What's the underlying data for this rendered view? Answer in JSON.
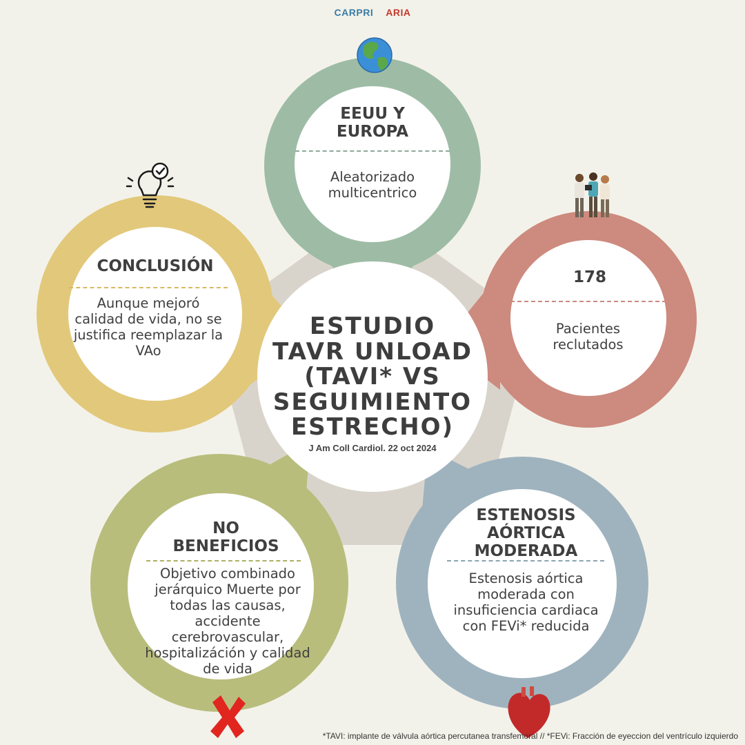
{
  "logo": {
    "part1": "CARPRI",
    "part2": "ARIA"
  },
  "center": {
    "title_lines": [
      "ESTUDIO",
      "TAVR UNLOAD",
      "(TAVI* VS",
      "SEGUIMIENTO",
      "ESTRECHO)"
    ],
    "reference": "J Am Coll Cardiol. 22 oct 2024"
  },
  "cards": {
    "top": {
      "title": "EEUU Y EUROPA",
      "body": "Aleatorizado multicentrico",
      "color": "#9ebca5",
      "icon": "globe-icon"
    },
    "right": {
      "title": "178",
      "body": "Pacientes reclutados",
      "color": "#cd8a7e",
      "icon": "people-icon"
    },
    "bottom_right": {
      "title": "ESTENOSIS AÓRTICA MODERADA",
      "body": "Estenosis aórtica moderada con insuficiencia cardiaca con FEVi* reducida",
      "color": "#9fb3be",
      "icon": "heart-icon"
    },
    "bottom_left": {
      "title": "NO BENEFICIOS",
      "body": "Objetivo combinado jerárquico Muerte por todas las causas, accidente cerebrovascular, hospitalizáción y calidad de vida",
      "color": "#b9bd7c",
      "icon": "x-mark-icon"
    },
    "left": {
      "title": "CONCLUSIÓN",
      "body": "Aunque mejoró calidad de vida, no se justifica reemplazar la VAo",
      "color": "#e2c87a",
      "icon": "lightbulb-icon"
    }
  },
  "footnote": "*TAVI: implante de válvula aórtica percutanea transfemoral // *FEVi: Fracción de eyeccion del ventrículo izquierdo"
}
